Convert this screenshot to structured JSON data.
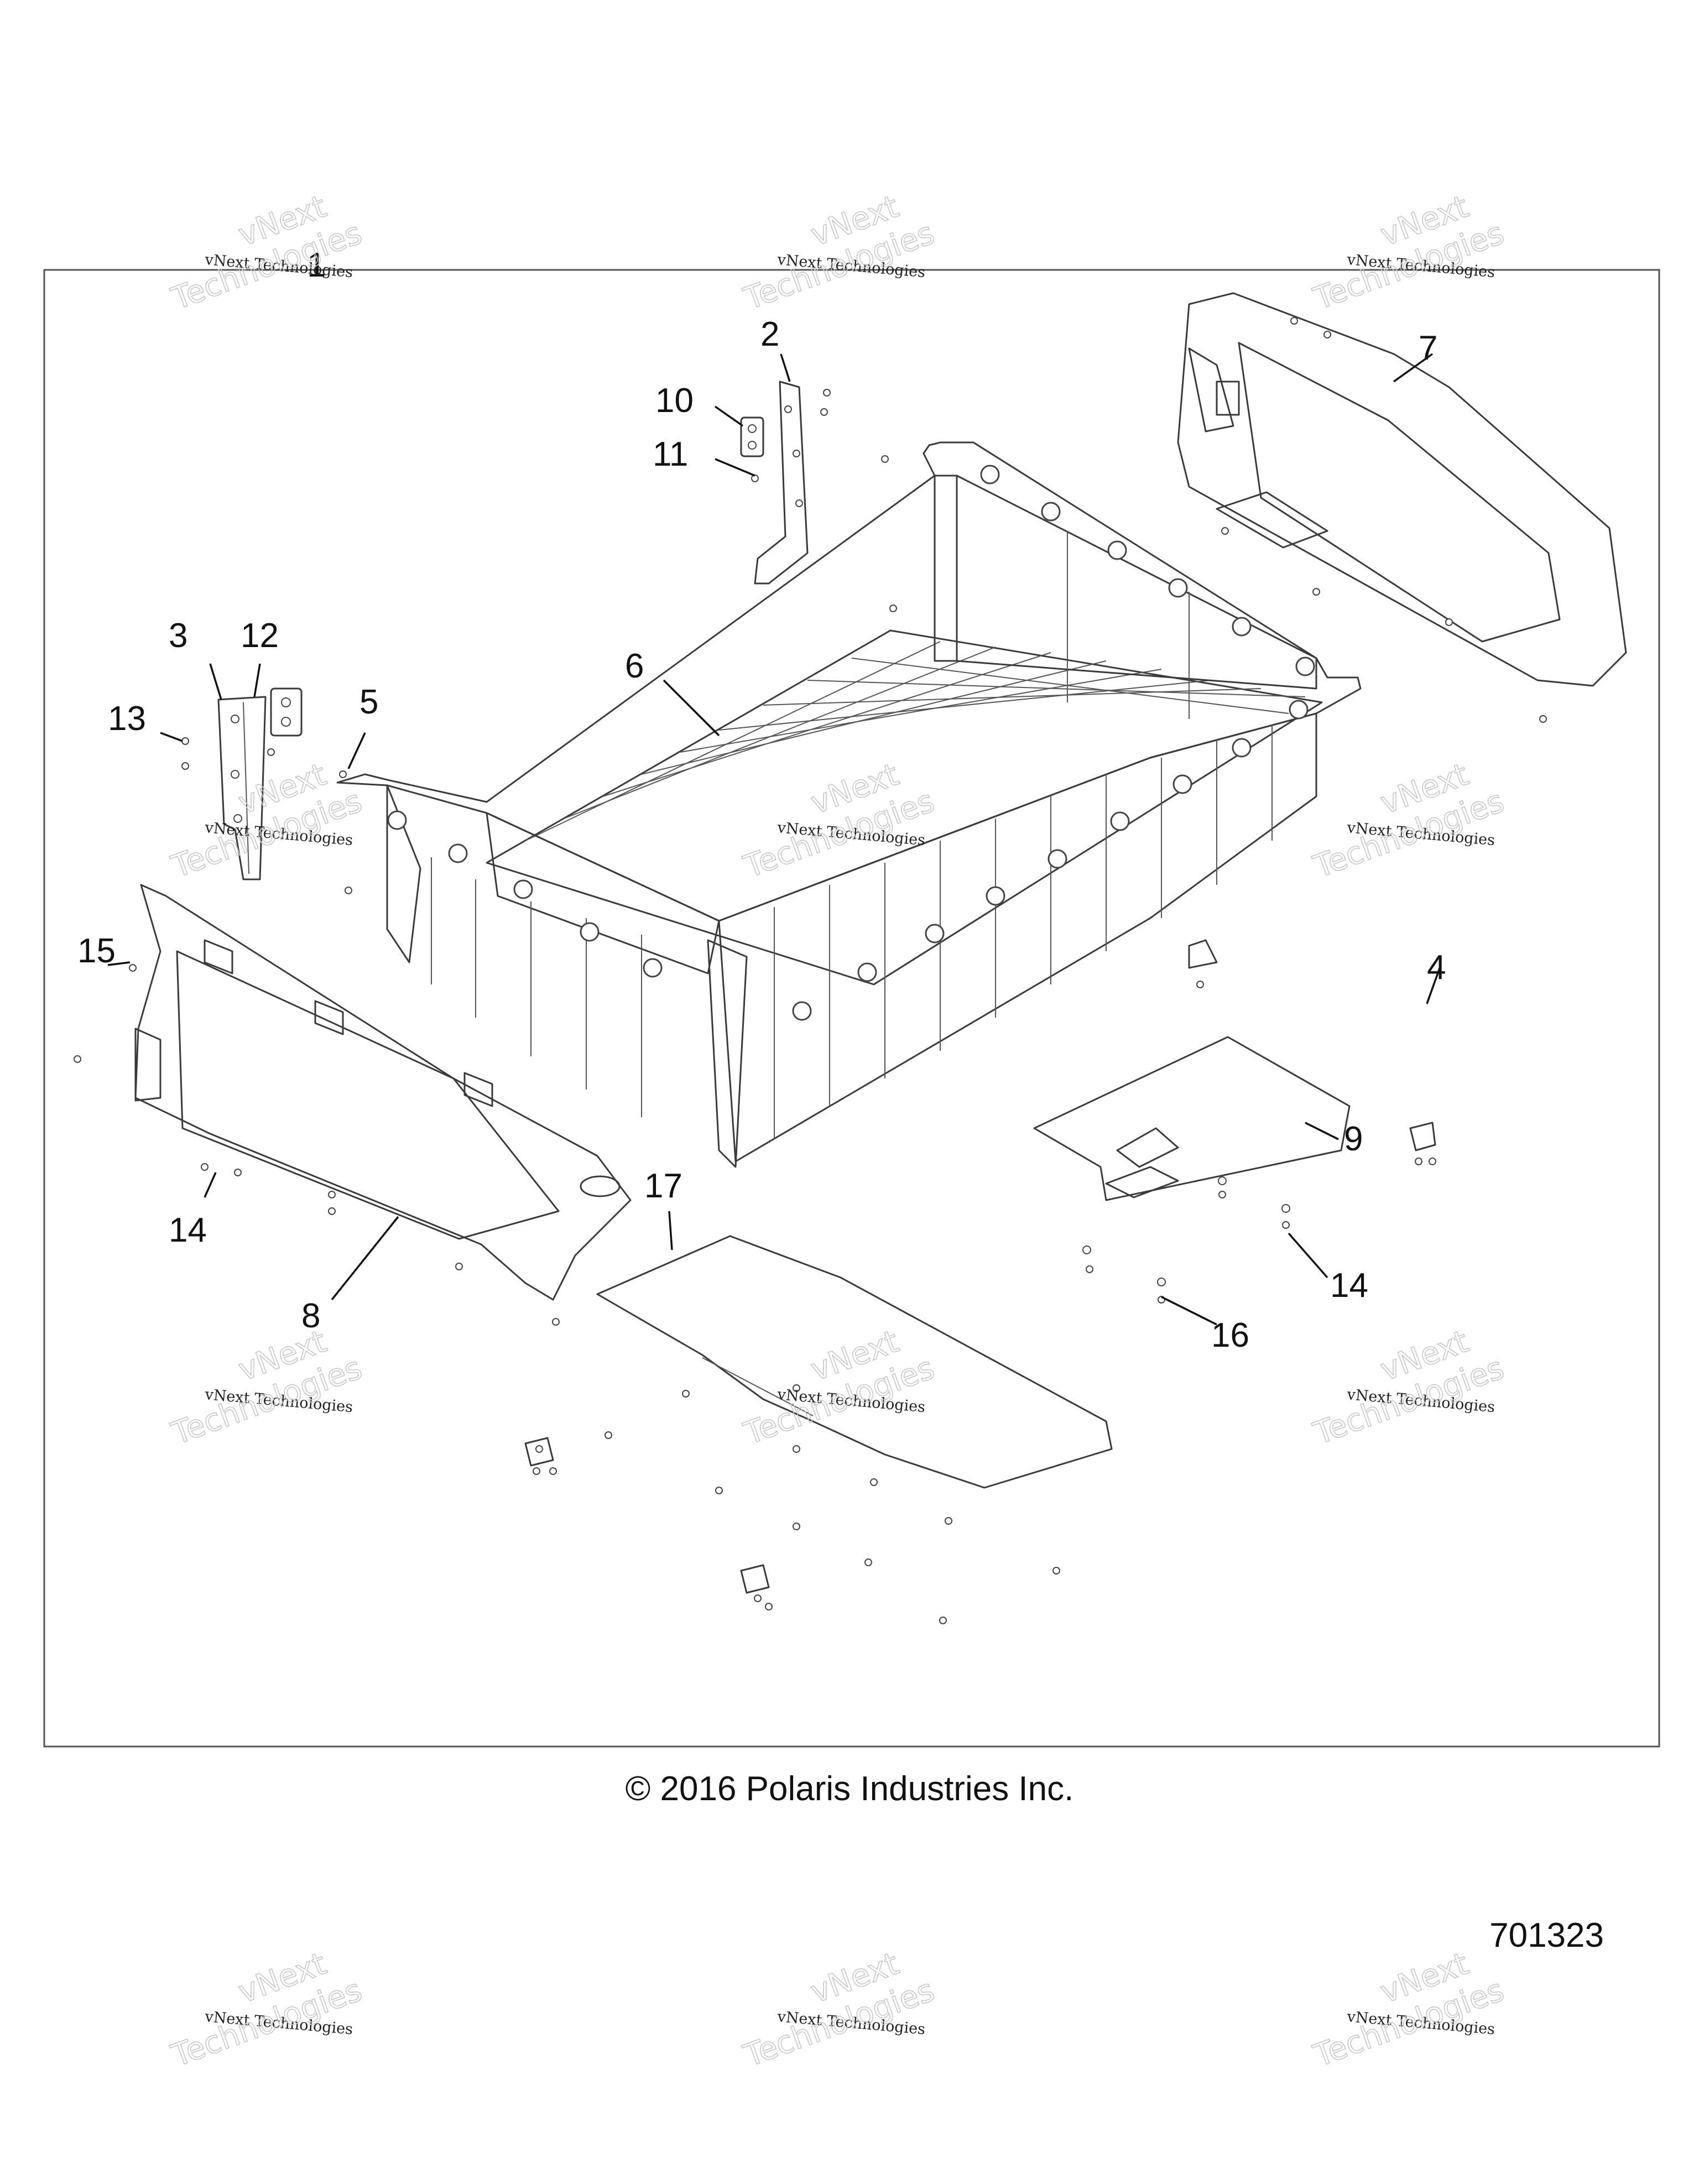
{
  "callouts": [
    "1",
    "2",
    "3",
    "4",
    "5",
    "6",
    "7",
    "8",
    "9",
    "10",
    "11",
    "12",
    "13",
    "14",
    "14",
    "15",
    "16",
    "17"
  ],
  "copyright": "© 2016 Polaris Industries Inc.",
  "diagram_number": "701323",
  "watermark": {
    "line1": "vNext Technologies",
    "line2": "vNext",
    "line3": "Technologies"
  }
}
